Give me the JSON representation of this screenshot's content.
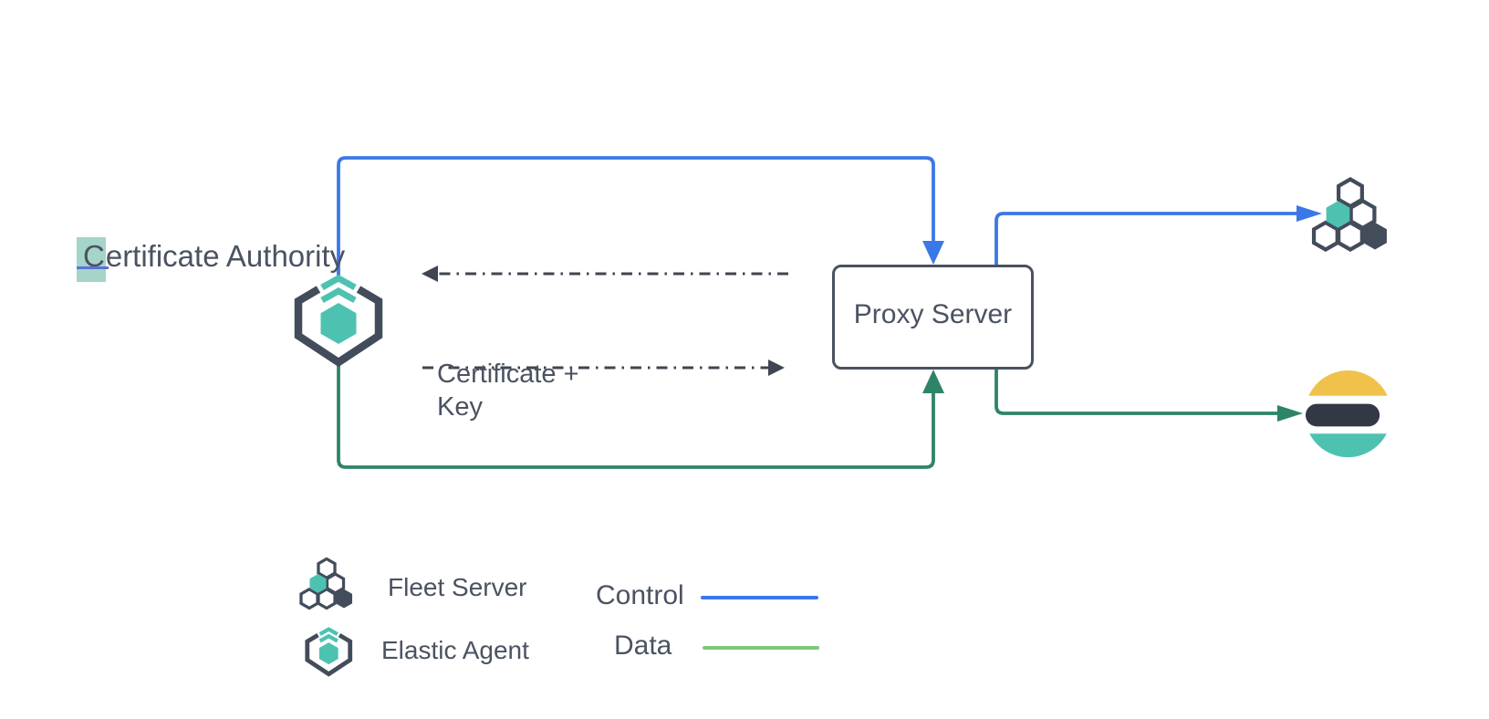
{
  "diagram": {
    "certificate_authority": {
      "first_char": "C",
      "rest": "ertificate Authority"
    },
    "proxy_server_label": "Proxy Server",
    "cert_key_line1": "Certificate +",
    "cert_key_line2": "Key"
  },
  "legend": {
    "fleet_server_label": "Fleet Server",
    "elastic_agent_label": "Elastic Agent",
    "control_label": "Control",
    "data_label": "Data"
  },
  "icons": {
    "agent": "elastic-agent-icon",
    "fleet": "fleet-server-icon",
    "elasticsearch": "elasticsearch-icon"
  },
  "colors": {
    "control_blue": "#3b78e7",
    "data_green": "#2e8469",
    "legend_data_green": "#7ec878",
    "teal": "#4ec2b1",
    "slate": "#434c5b",
    "text": "#4a5361",
    "elastic_yellow": "#f0c24b",
    "elastic_ink": "#333845",
    "dash_gray": "#3f4651",
    "selection_teal": "#a5d4c8",
    "cursor_blue": "#5a74d8"
  }
}
